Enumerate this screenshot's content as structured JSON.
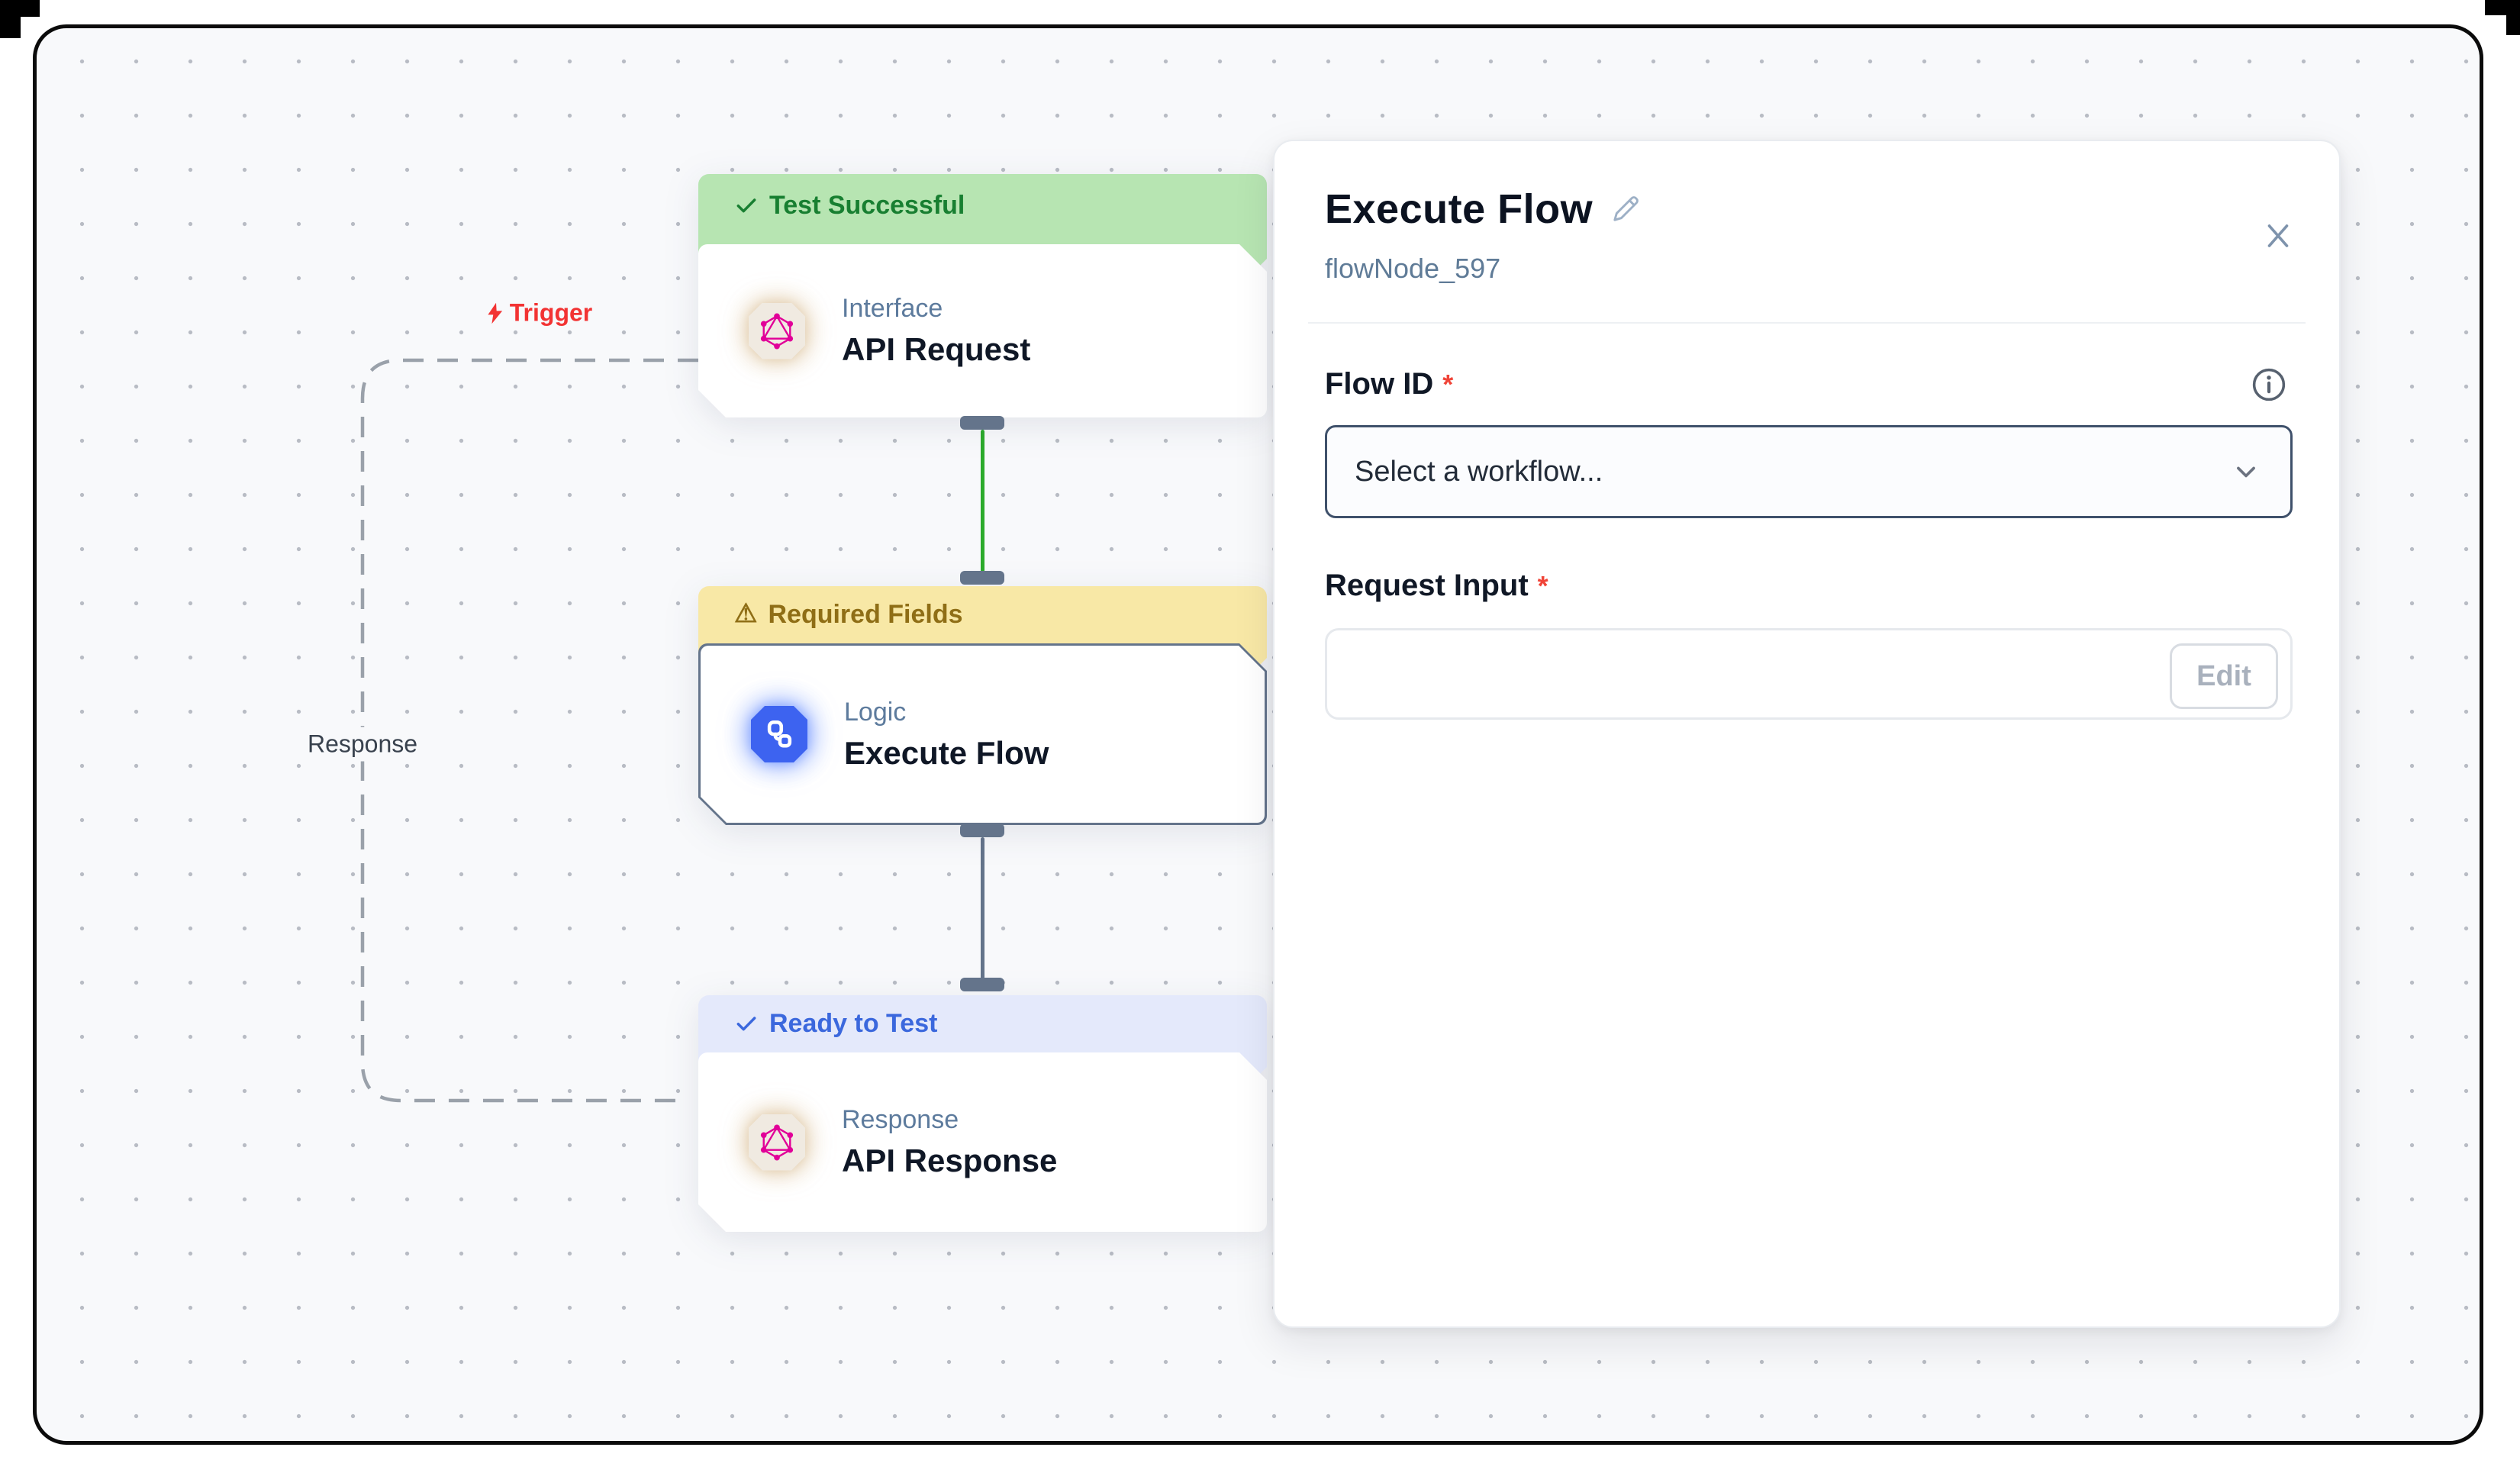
{
  "canvas": {
    "labels": {
      "trigger": "Trigger",
      "response": "Response"
    },
    "nodes": [
      {
        "status": "Test Successful",
        "status_icon": "check-icon",
        "category": "Interface",
        "title": "API Request",
        "icon": "graphql-icon",
        "selected": false
      },
      {
        "status": "Required Fields",
        "status_icon": "warning-icon",
        "category": "Logic",
        "title": "Execute Flow",
        "icon": "workflow-icon",
        "selected": true
      },
      {
        "status": "Ready to Test",
        "status_icon": "check-icon",
        "category": "Response",
        "title": "API Response",
        "icon": "graphql-icon",
        "selected": false
      }
    ],
    "edges": [
      {
        "from": "API Request",
        "to": "Execute Flow",
        "style": "solid-green"
      },
      {
        "from": "Execute Flow",
        "to": "API Response",
        "style": "solid-gray"
      },
      {
        "from": "API Request",
        "to": "API Response",
        "style": "dashed",
        "label": "Response"
      }
    ]
  },
  "panel": {
    "title": "Execute Flow",
    "subtitle": "flowNode_597",
    "required_marker": "*",
    "fields": [
      {
        "label": "Flow ID",
        "required": true,
        "control": "dropdown",
        "placeholder": "Select a workflow..."
      },
      {
        "label": "Request Input",
        "required": true,
        "control": "editor",
        "button_label": "Edit"
      }
    ]
  },
  "icons": {
    "warning": "⚠"
  },
  "colors": {
    "success_bg": "#b7e5b2",
    "success_text": "#187f31",
    "warning_bg": "#f8e8a6",
    "warning_text": "#8f6e16",
    "info_bg": "#e4e9fb",
    "info_text": "#3b68dd",
    "edge_green": "#2cab2c",
    "slate": "#64748b",
    "trigger_red": "#f23333",
    "graphql_pink": "#e10098",
    "logic_blue": "#3d63f0",
    "required_red": "#f04438"
  }
}
